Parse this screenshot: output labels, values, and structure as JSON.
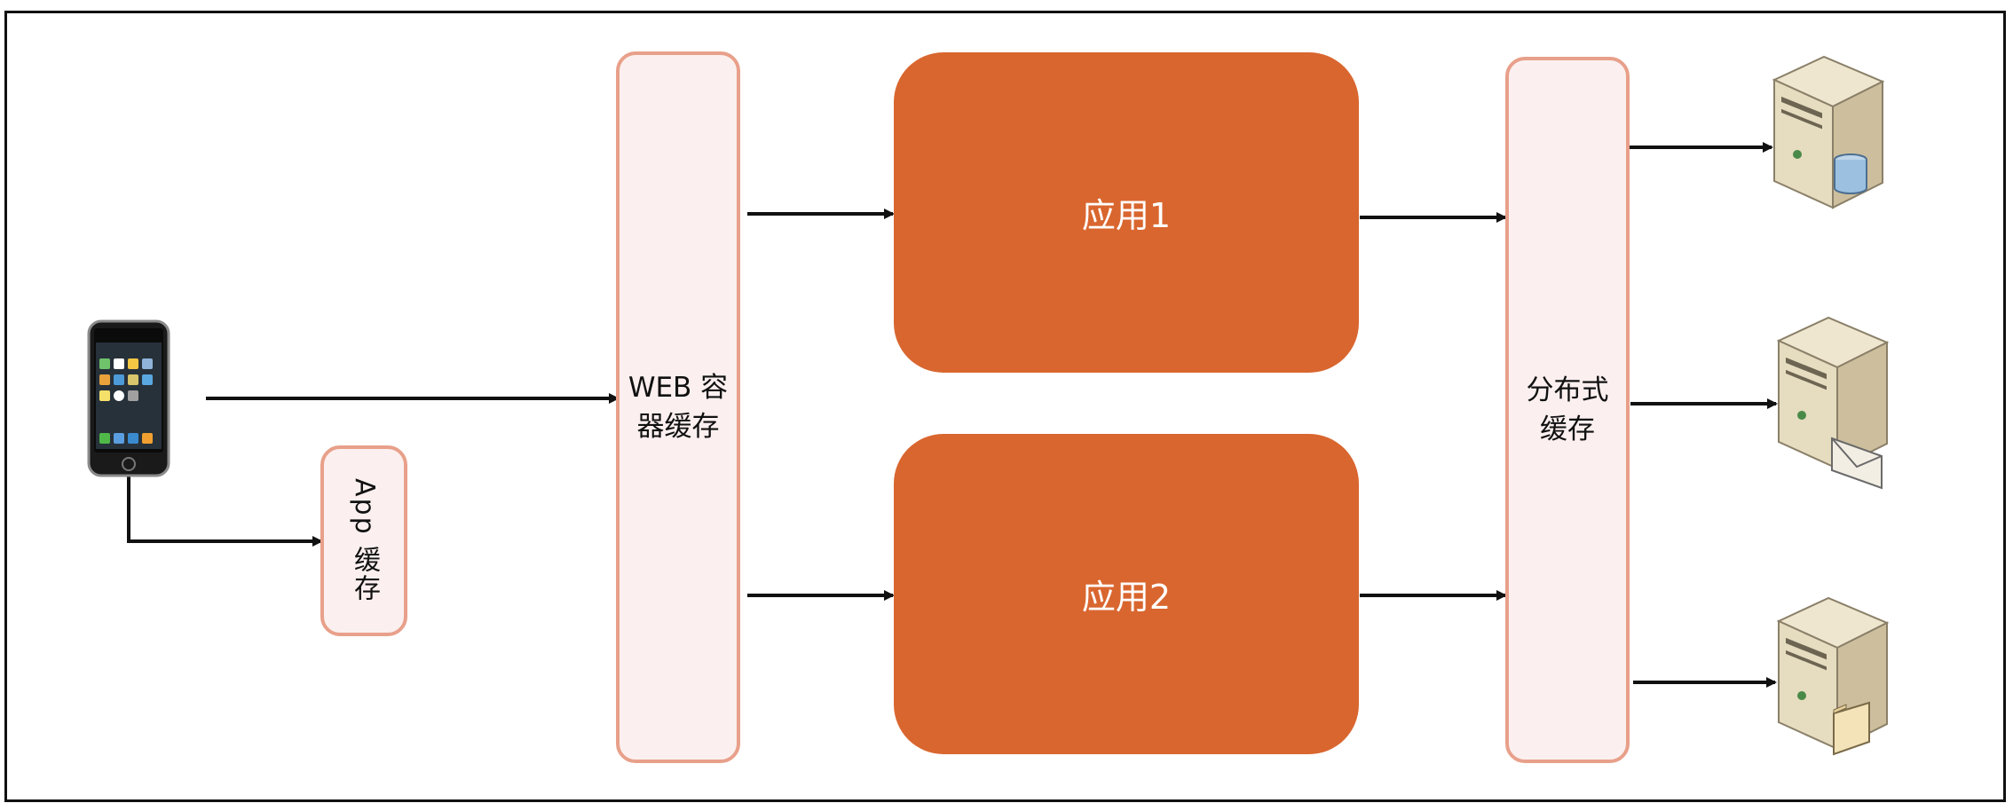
{
  "diagram": {
    "web_cache_label": "WEB 容\n器缓存",
    "app_cache_label": "App 缓存",
    "distributed_cache_label": "分布式\n缓存",
    "app1_label": "应用1",
    "app2_label": "应用2"
  },
  "colors": {
    "app_fill": "#d9662f",
    "cache_fill": "#fbf0ef",
    "cache_border": "#e8a08a"
  },
  "icons": {
    "client": "smartphone-icon",
    "server_1": "database-server-icon",
    "server_2": "mail-server-icon",
    "server_3": "file-server-icon"
  }
}
